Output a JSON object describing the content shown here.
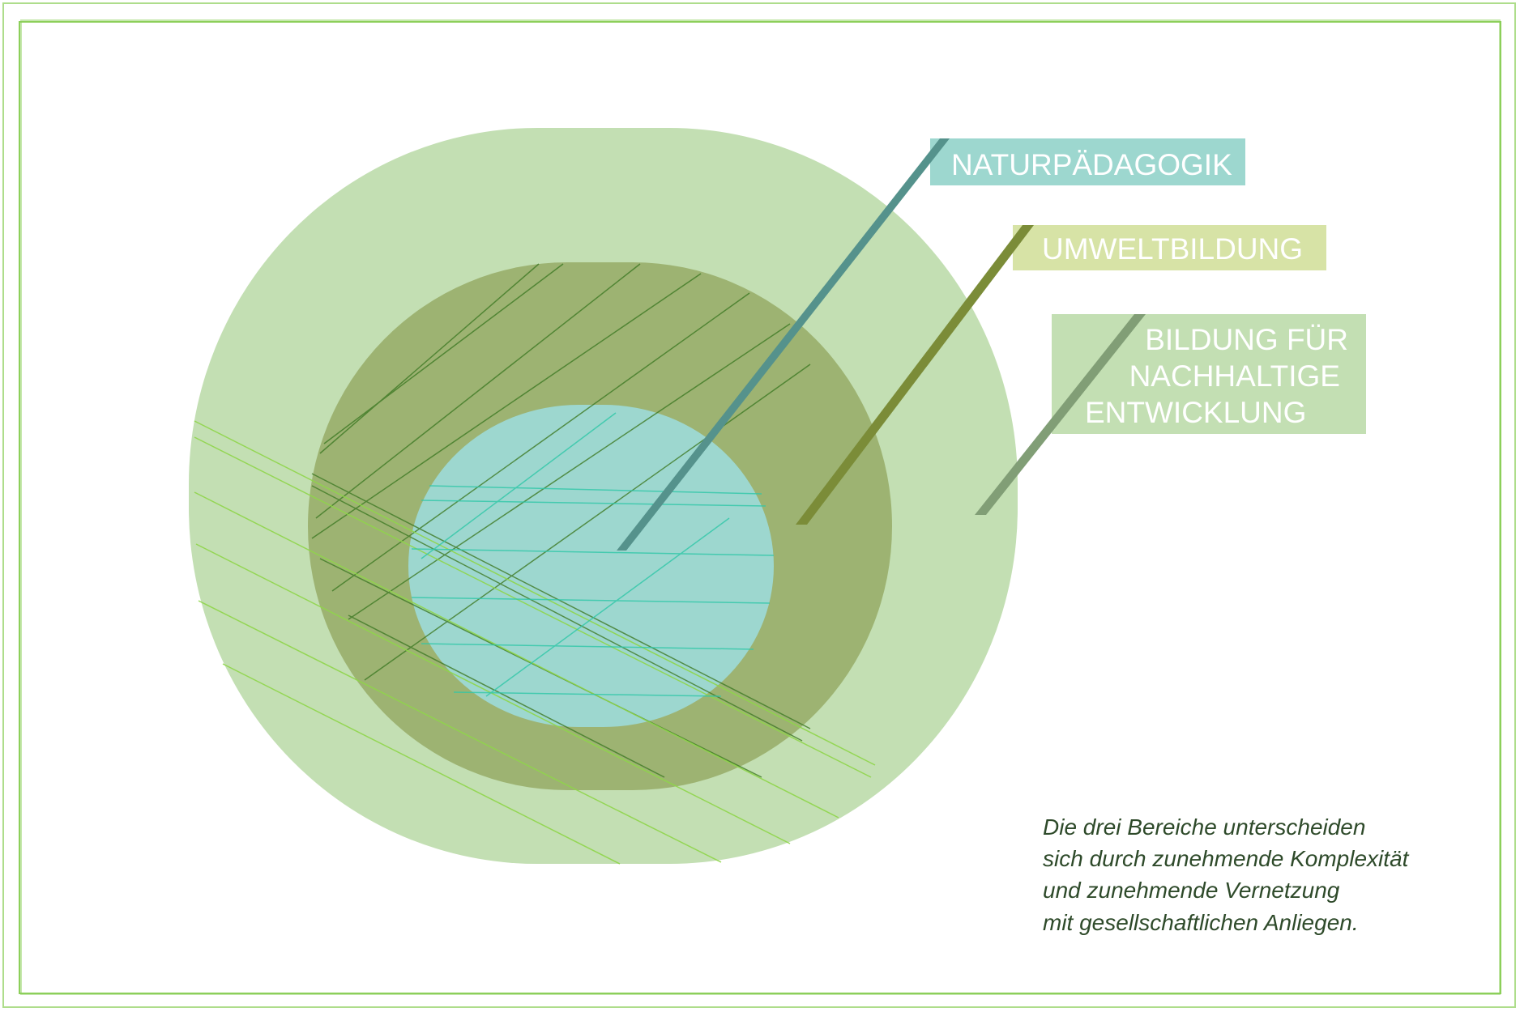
{
  "labels": {
    "naturpaedagogik": "NATURPÄDAGOGIK",
    "umweltbildung": "UMWELTBILDUNG",
    "bne_line1": "BILDUNG FÜR",
    "bne_line2": "NACHHALTIGE",
    "bne_line3": "ENTWICKLUNG"
  },
  "note": {
    "line1": "Die drei Bereiche unterscheiden",
    "line2": "sich durch zunehmende Komplexität",
    "line3": "und zunehmende Vernetzung",
    "line4": "mit gesellschaftlichen Anliegen."
  },
  "colors": {
    "outer": "#c3dfb3",
    "middle": "#9db372",
    "inner": "#9dd7cf",
    "naturpaedagogik_line": "#55928c",
    "umwelt_box": "#d7e3a6",
    "umwelt_line": "#7b8c38",
    "bne_line": "#819e76",
    "frame": "#8ccf5a",
    "note_text": "#2e4a2a"
  }
}
